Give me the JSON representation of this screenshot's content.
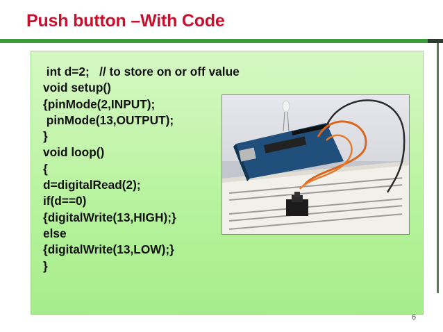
{
  "slide": {
    "title": "Push button –With Code",
    "page_number": "6"
  },
  "code_lines": [
    " int d=2;   // to store on or off value",
    "void setup()",
    "{pinMode(2,INPUT);",
    " pinMode(13,OUTPUT);",
    "}",
    "void loop()",
    "{",
    "d=digitalRead(2);",
    "if(d==0)",
    "{digitalWrite(13,HIGH);}",
    "else",
    "{digitalWrite(13,LOW);}",
    "}"
  ],
  "colors": {
    "title": "#c8102e",
    "rule": "#3f9a3c",
    "panel_top": "#d6f7c4",
    "panel_bottom": "#a6ec8b"
  },
  "photo": {
    "icon": "arduino-breadboard-photo"
  }
}
